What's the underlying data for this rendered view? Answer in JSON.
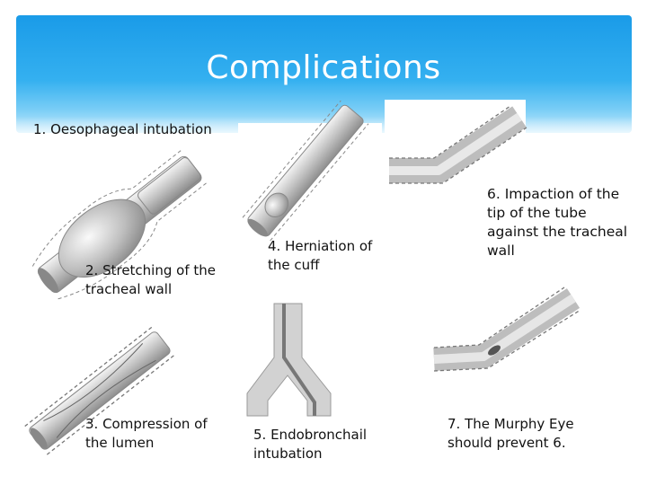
{
  "slide": {
    "title": "Complications",
    "captions": {
      "c1": "1. Oesophageal intubation",
      "c2": "2. Stretching of the\ntracheal wall",
      "c3": "3. Compression of\nthe lumen",
      "c4": "4. Herniation of\nthe cuff",
      "c5": "5. Endobronchail\nintubation",
      "c6": "6. Impaction of the\ntip of the tube\nagainst the tracheal\nwall",
      "c7": "7. The Murphy Eye\nshould prevent 6."
    }
  },
  "colors": {
    "header_blue": "#1a9be8",
    "title_text": "#ffffff",
    "tube_gray": "#b9b9b9"
  }
}
